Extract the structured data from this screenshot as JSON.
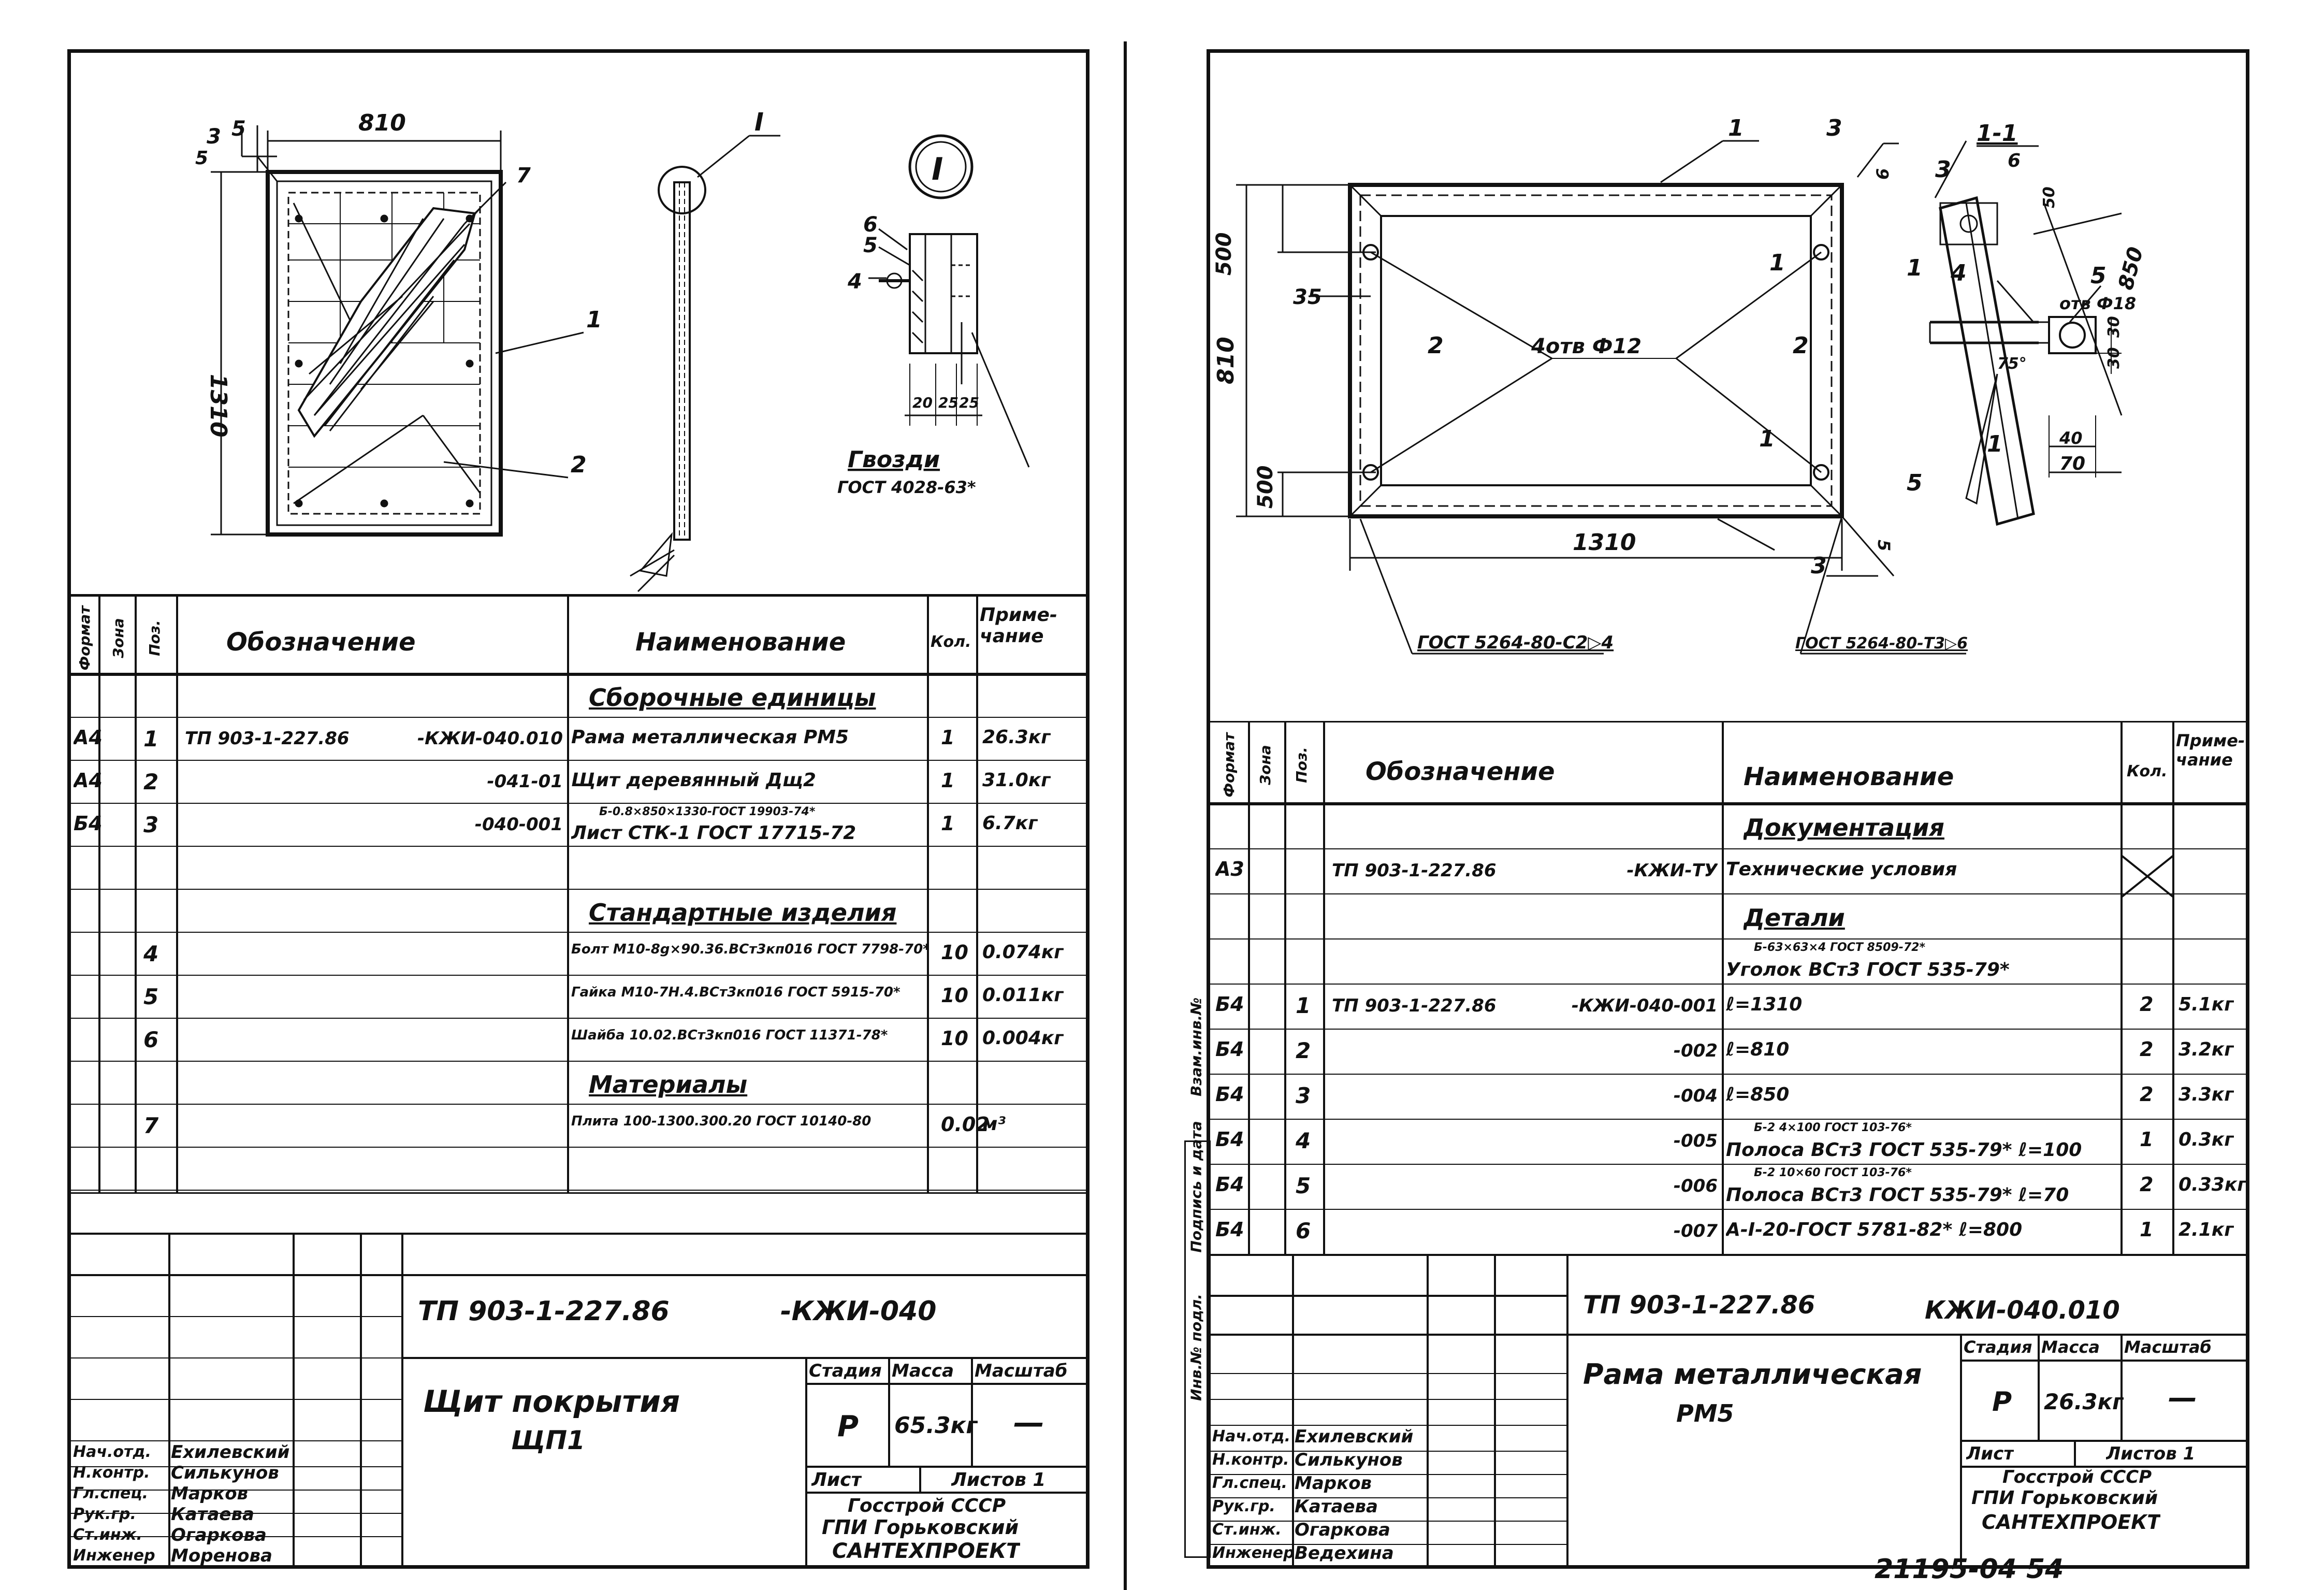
{
  "left": {
    "drawing": {
      "dims": {
        "width": "810",
        "height": "1310",
        "d5": "5",
        "d3": "3"
      },
      "callouts": {
        "c1": "1",
        "c2": "2",
        "c3": "3",
        "c5": "5",
        "c7": "7",
        "section_mark": "I"
      },
      "detail": {
        "mark": "I",
        "labels": {
          "c6": "6",
          "c5": "5",
          "c4": "4"
        },
        "dims": [
          "20",
          "25",
          "25"
        ],
        "nails_title": "Гвозди",
        "nails_gost": "ГОСТ 4028-63*"
      }
    },
    "spec": {
      "headers": {
        "format": "Формат",
        "zone": "Зона",
        "pos": "Поз.",
        "designation": "Обозначение",
        "name": "Наименование",
        "qty": "Кол.",
        "note": "Приме-чание"
      },
      "rows": [
        {
          "format": "",
          "pos": "",
          "designation": "",
          "name": "Сборочные единицы",
          "qty": "",
          "note": "",
          "section": true
        },
        {
          "format": "А4",
          "pos": "1",
          "designation": "ТП 903-1-227.86",
          "designation2": "-КЖИ-040.010",
          "name": "Рама металлическая РМ5",
          "qty": "1",
          "note": "26.3кг"
        },
        {
          "format": "А4",
          "pos": "2",
          "designation": "",
          "designation2": "-041-01",
          "name": "Щит деревянный Дщ2",
          "qty": "1",
          "note": "31.0кг"
        },
        {
          "format": "Б4",
          "pos": "3",
          "designation": "",
          "designation2": "-040-001",
          "name_top": "Б-0.8×850×1330-ГОСТ 19903-74*",
          "name": "Лист СТК-1 ГОСТ 17715-72",
          "qty": "1",
          "note": "6.7кг"
        },
        {
          "format": "",
          "pos": "",
          "designation": "",
          "name": "",
          "qty": "",
          "note": ""
        },
        {
          "format": "",
          "pos": "",
          "designation": "",
          "name": "Стандартные изделия",
          "qty": "",
          "note": "",
          "section": true
        },
        {
          "format": "",
          "pos": "4",
          "designation": "",
          "name": "Болт М10-8g×90.36.ВСт3кп016 ГОСТ 7798-70*",
          "qty": "10",
          "note": "0.074кг"
        },
        {
          "format": "",
          "pos": "5",
          "designation": "",
          "name": "Гайка М10-7Н.4.ВСт3кп016 ГОСТ 5915-70*",
          "qty": "10",
          "note": "0.011кг"
        },
        {
          "format": "",
          "pos": "6",
          "designation": "",
          "name": "Шайба 10.02.ВСт3кп016 ГОСТ 11371-78*",
          "qty": "10",
          "note": "0.004кг"
        },
        {
          "format": "",
          "pos": "",
          "designation": "",
          "name": "Материалы",
          "qty": "",
          "note": "",
          "section": true
        },
        {
          "format": "",
          "pos": "7",
          "designation": "",
          "name": "Плита 100-1300.300.20 ГОСТ 10140-80",
          "qty": "0.02",
          "note": "м³"
        },
        {
          "format": "",
          "pos": "",
          "designation": "",
          "name": "",
          "qty": "",
          "note": ""
        }
      ]
    },
    "stamp": {
      "code": "ТП 903-1-227.86",
      "code2": "-КЖИ-040",
      "title": "Щит покрытия",
      "title2": "ЩП1",
      "stage_h": "Стадия",
      "mass_h": "Масса",
      "scale_h": "Масштаб",
      "stage": "Р",
      "mass": "65.3кг",
      "scale": "—",
      "sheet": "Лист",
      "sheets": "Листов 1",
      "org1": "Госстрой СССР",
      "org2": "ГПИ Горьковский",
      "org3": "САНТЕХПРОЕКТ",
      "people": [
        {
          "role": "Нач.отд.",
          "name": "Ехилевский"
        },
        {
          "role": "Н.контр.",
          "name": "Силькунов"
        },
        {
          "role": "Гл.спец.",
          "name": "Марков"
        },
        {
          "role": "Рук.гр.",
          "name": "Катаева"
        },
        {
          "role": "Ст.инж.",
          "name": "Огаркова"
        },
        {
          "role": "Инженер",
          "name": "Моренова"
        }
      ]
    }
  },
  "right": {
    "drawing": {
      "dims": {
        "d500a": "500",
        "d35": "35",
        "d810": "810",
        "d500b": "500",
        "d1310": "1310",
        "d6": "6",
        "d50": "50",
        "d850": "850",
        "d40": "40",
        "d70": "70",
        "d30a": "30",
        "d30b": "30",
        "d75": "75°"
      },
      "labels": {
        "holes": "4отв Ф12",
        "holes2": "отв Ф18",
        "section": "1-1",
        "sec_a": "1",
        "sec_b": "1",
        "c1a": "1",
        "c1b": "1",
        "c2a": "2",
        "c2b": "2",
        "c3a": "3",
        "c3b": "3",
        "c3c": "3",
        "c4": "4",
        "c5a": "5",
        "c5b": "5",
        "c6": "6",
        "c1c": "1",
        "c5c": "5"
      },
      "gost1": "ГОСТ 5264-80-С2▷4",
      "gost2": "ГОСТ 5264-80-Т3▷6"
    },
    "spec": {
      "headers": {
        "format": "Формат",
        "zone": "Зона",
        "pos": "Поз.",
        "designation": "Обозначение",
        "name": "Наименование",
        "qty": "Кол.",
        "note": "Приме-чание"
      },
      "rows": [
        {
          "format": "",
          "pos": "",
          "designation": "",
          "name": "Документация",
          "qty": "",
          "note": "",
          "section": true
        },
        {
          "format": "А3",
          "pos": "",
          "designation": "ТП 903-1-227.86",
          "designation2": "-КЖИ-ТУ",
          "name": "Технические условия",
          "qty": "×",
          "note": ""
        },
        {
          "format": "",
          "pos": "",
          "designation": "",
          "name": "Детали",
          "qty": "",
          "note": "",
          "section": true
        },
        {
          "format": "",
          "pos": "",
          "designation": "",
          "name_top": "Б-63×63×4 ГОСТ 8509-72*",
          "name": "Уголок ВСт3 ГОСТ 535-79*",
          "qty": "",
          "note": ""
        },
        {
          "format": "Б4",
          "pos": "1",
          "designation": "ТП 903-1-227.86",
          "designation2": "-КЖИ-040-001",
          "name": "ℓ=1310",
          "qty": "2",
          "note": "5.1кг"
        },
        {
          "format": "Б4",
          "pos": "2",
          "designation": "",
          "designation2": "-002",
          "name": "ℓ=810",
          "qty": "2",
          "note": "3.2кг"
        },
        {
          "format": "Б4",
          "pos": "3",
          "designation": "",
          "designation2": "-004",
          "name": "ℓ=850",
          "qty": "2",
          "note": "3.3кг"
        },
        {
          "format": "Б4",
          "pos": "4",
          "designation": "",
          "designation2": "-005",
          "name_top": "Б-2 4×100 ГОСТ 103-76*",
          "name": "Полоса ВСт3 ГОСТ 535-79* ℓ=100",
          "qty": "1",
          "note": "0.3кг"
        },
        {
          "format": "Б4",
          "pos": "5",
          "designation": "",
          "designation2": "-006",
          "name_top": "Б-2 10×60 ГОСТ 103-76*",
          "name": "Полоса ВСт3 ГОСТ 535-79* ℓ=70",
          "qty": "2",
          "note": "0.33кг"
        },
        {
          "format": "Б4",
          "pos": "6",
          "designation": "",
          "designation2": "-007",
          "name": "А-I-20-ГОСТ 5781-82* ℓ=800",
          "qty": "1",
          "note": "2.1кг"
        }
      ]
    },
    "side_stamp": [
      "Инв.№ подл.",
      "Подпись и дата",
      "Взам.инв.№"
    ],
    "stamp": {
      "code": "ТП 903-1-227.86",
      "code2": "КЖИ-040.010",
      "title": "Рама металлическая",
      "title2": "РМ5",
      "stage_h": "Стадия",
      "mass_h": "Масса",
      "scale_h": "Масштаб",
      "stage": "Р",
      "mass": "26.3кг",
      "scale": "—",
      "sheet": "Лист",
      "sheets": "Листов 1",
      "org1": "Госстрой СССР",
      "org2": "ГПИ Горьковский",
      "org3": "САНТЕХПРОЕКТ",
      "people": [
        {
          "role": "Нач.отд.",
          "name": "Ехилевский"
        },
        {
          "role": "Н.контр.",
          "name": "Силькунов"
        },
        {
          "role": "Гл.спец.",
          "name": "Марков"
        },
        {
          "role": "Рук.гр.",
          "name": "Катаева"
        },
        {
          "role": "Ст.инж.",
          "name": "Огаркова"
        },
        {
          "role": "Инженер",
          "name": "Ведехина"
        }
      ]
    },
    "footer_number": "21195-04  54"
  }
}
